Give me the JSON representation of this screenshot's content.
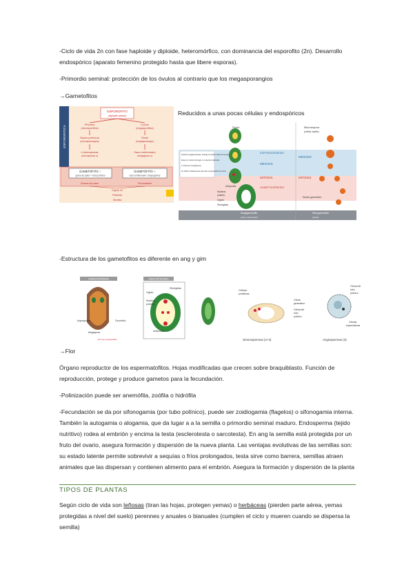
{
  "paragraphs": {
    "p1": "-Ciclo de vida 2n con fase haploide y diploide, heteromórfico, con dominancia del esporofito (2n). Desarrollo endospórico (aparato femenino protegido hasta que libere esporas).",
    "p2": "-Primordio seminal: protección de los óvulos al contrario que los megasporangios",
    "p3": "→Gametofitos",
    "p4": "Reducidos a unas pocas células y endospóricos",
    "p5": "-Estructura de los gametofitos es diferente en ang y gim",
    "p6": "→Flor",
    "p7": "Órgano reproductor de los espermatofitos. Hojas modificadas que crecen sobre braquiblasto. Función de reproducción, protege y produce gametos para la fecundación.",
    "p8": "-Polinización puede ser anemófila, zoófila o hidrófila",
    "p9": "-Fecundación se da por sifonogamia (por tubo polínico), puede ser zoidiogamia (flagelos) o sifonogamia interna. También la autogamia o alogamia, que da lugar a a la semilla o primordio seminal maduro. Endosperma (tejido nutritivo) rodea al embrión y encima la testa (esclerotesta o sarcotesta). En ang la semilla está protegida por un fruto del ovario, asegura formación y dispersión de la nueva planta. Las ventajas evolutivas de las semillas son: su estado latente permite sobrevivir a sequías o fríos prolongados, testa sirve como barrera, semillas atraen animales que las dispersan y contienen alimento para el embrión. Asegura la formación y dispersión de la planta"
  },
  "section": {
    "heading": "TIPOS DE PLANTAS",
    "t1": "Según ciclo de vida son ",
    "leñosas": "leñosas",
    "t2": " (tiran las hojas, protegen yemas) o ",
    "herbaceas": "herbáceas",
    "t3": " (pierden parte aérea, yemas protegidas a nivel del suelo) perennes y anuales o bianuales (cumplen el ciclo y mueren cuando se dispersa la semilla)"
  },
  "fig1": {
    "top": "ESPOROFITO",
    "top2": "(diploide adulto)",
    "side": "ESPOROFITICA",
    "l1": "Piñones",
    "l1b": "(microsporófilos)",
    "r1": "Conos",
    "r1b": "(megasporófilos)",
    "l2": "Sacos polínicos",
    "l2b": "(microsporangios)",
    "r2": "Óvulo",
    "r2b": "(megasporangio)",
    "l3": "4 microsporas",
    "l3b": "(microsporas n)",
    "r3": "Saco embrionario",
    "r3b": "(megaspora n)",
    "boxL": "GAMETOFITO ♂",
    "boxLb": "grano de polen + tubo polínico",
    "boxR": "GAMETOFITO ♀",
    "boxRb": "saco embrionario / arquegonios",
    "m1": "Granos de polen",
    "m2": "Fecundación",
    "m3": "Cigoto 2n",
    "m4": "Plántula",
    "m5": "Semilla"
  },
  "fig2": {
    "ovulo": "Óvulo",
    "micro": "Microespora",
    "micro2": "(célula madre)",
    "esporo": "ESPOROGÉNESIS",
    "meiosis": "MEIOSIS",
    "mitosis": "MITOSIS",
    "gameto": "GAMETOGÉNESIS",
    "antipodas": "Antípodas",
    "nucleos": "Núcleos",
    "polares": "polares",
    "cigoto": "Cigoto",
    "sinergidas": "Sinérgidas",
    "generativo": "Núcleo generativo",
    "mega": "Megagametofito",
    "mega2": "(saco embrionario)",
    "micro3": "Microgametofito",
    "micro4": "(polen)",
    "n1": "Nucela (megasporangio), protege la célula madre de la espora",
    "n2": "Esta por meiosis da lugar a 4 esporas haploides",
    "n3": "1 sobrevive (megaspora)",
    "n4": "Se divide mitóticamente para dar el gametofito femenino"
  },
  "fig3": {
    "gim": "GIMNOSPERMAS",
    "ang": "ANGIOSPERMAS",
    "arq": "Arquegonios",
    "ovocelula": "Ovocélula",
    "megaspore": "Megaspora",
    "cigoto": "Cigoto",
    "nucleos": "Núcleos",
    "polares": "polares",
    "sinergidas": "Sinérgidas",
    "antipodas": "Antípodas",
    "note": "En rojo el gametofito"
  },
  "fig4": {
    "celulas": "Células",
    "proteicas": "protálicas",
    "generativa": "Célula",
    "generativa2": "generativa",
    "tubo": "Célula del",
    "tubo2": "tubo",
    "tubo3": "polínico",
    "espermaticas": "Células",
    "espermaticas2": "espermáticas",
    "gim": "Gimnospermas (2+4)",
    "ang": "Angiospermas (3)"
  }
}
